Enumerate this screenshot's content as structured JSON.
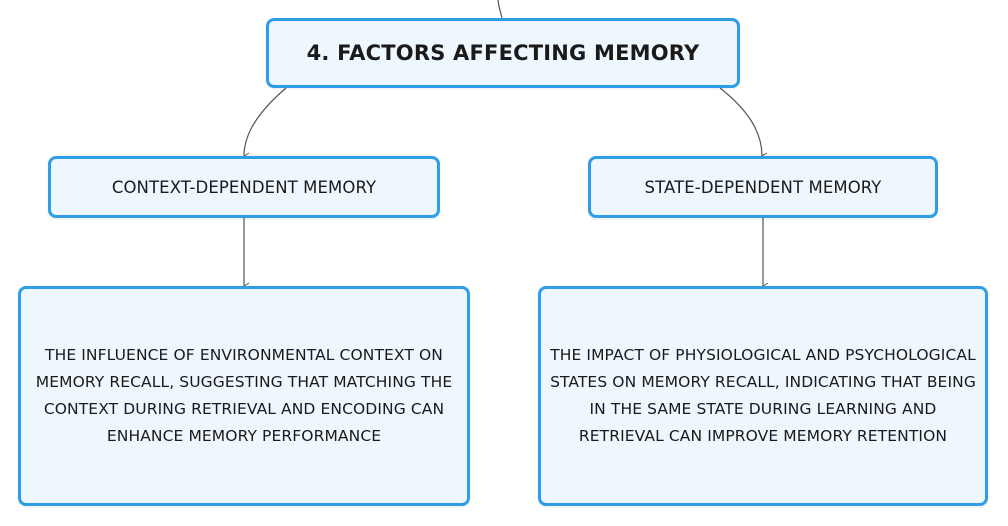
{
  "diagram": {
    "main_node": {
      "label": "4. FACTORS AFFECTING MEMORY"
    },
    "branches": [
      {
        "label": "CONTEXT-DEPENDENT MEMORY",
        "description": "THE INFLUENCE OF ENVIRONMENTAL CONTEXT ON MEMORY RECALL, SUGGESTING THAT MATCHING THE CONTEXT DURING RETRIEVAL AND ENCODING CAN ENHANCE MEMORY PERFORMANCE"
      },
      {
        "label": "STATE-DEPENDENT MEMORY",
        "description": "THE IMPACT OF PHYSIOLOGICAL AND PSYCHOLOGICAL STATES ON MEMORY RECALL, INDICATING THAT BEING IN THE SAME STATE DURING LEARNING AND RETRIEVAL CAN IMPROVE MEMORY RETENTION"
      }
    ],
    "colors": {
      "node_border": "#2f9ee6",
      "node_fill": "#eef7fd",
      "connector": "#555555"
    }
  }
}
